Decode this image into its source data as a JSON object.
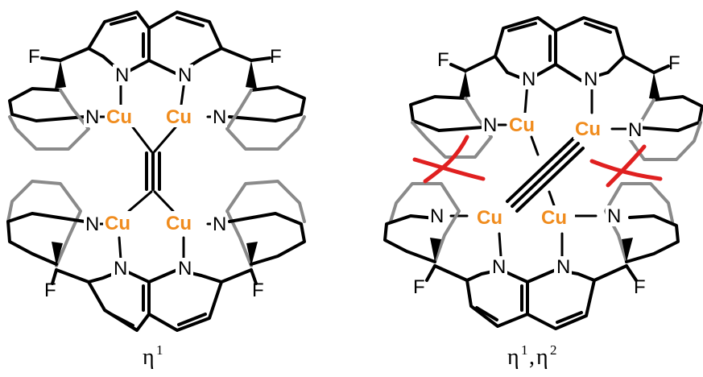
{
  "labels": {
    "cu": "Cu",
    "n": "N",
    "f": "F"
  },
  "captions": {
    "left_main": "η",
    "left_sup": "1",
    "right_main1": "η",
    "right_sup1": "1",
    "right_comma": ",",
    "right_main2": "η",
    "right_sup2": "2"
  },
  "colors": {
    "cu": "#f08c1e",
    "clash": "#e02020",
    "bond": "#000000",
    "back_ring": "#8a8a8a"
  }
}
